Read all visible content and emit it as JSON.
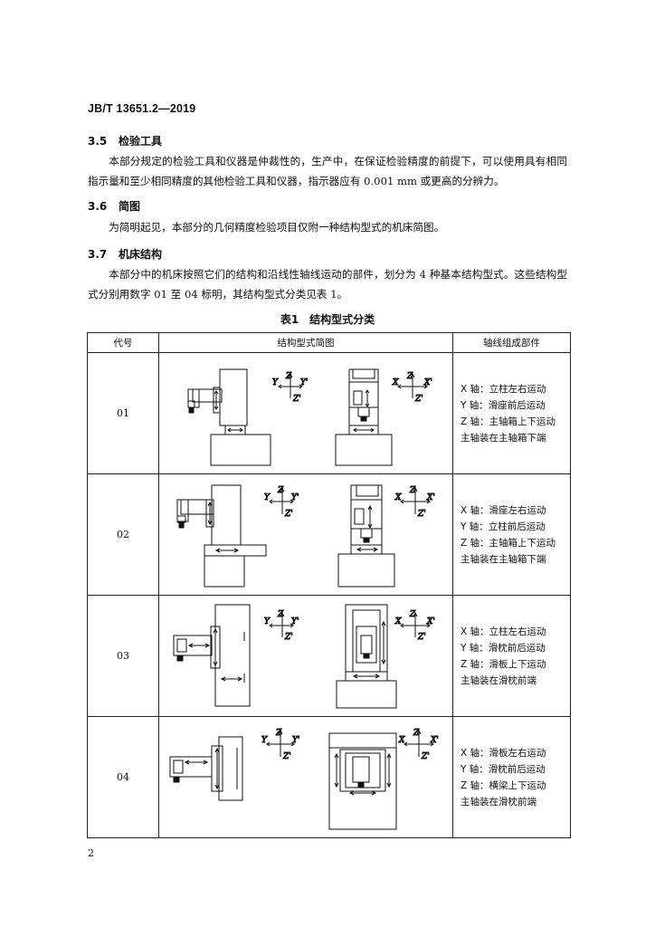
{
  "header": {
    "std_code": "JB/T 13651.2—2019"
  },
  "sections": [
    {
      "num": "3.5",
      "title": "检验工具",
      "text": "本部分规定的检验工具和仪器是仲裁性的，生产中，在保证检验精度的前提下，可以使用具有相同指示量和至少相同精度的其他检验工具和仪器，指示器应有 0.001 mm 或更高的分辨力。"
    },
    {
      "num": "3.6",
      "title": "简图",
      "text": "为简明起见，本部分的几何精度检验项目仅附一种结构型式的机床简图。"
    },
    {
      "num": "3.7",
      "title": "机床结构",
      "text": "本部分中的机床按照它们的结构和沿线性轴线运动的部件，划分为 4 种基本结构型式。这些结构型式分别用数字 01 至 04 标明，其结构型式分类见表 1。"
    }
  ],
  "table": {
    "title": "表1　结构型式分类",
    "headers": [
      "代号",
      "结构型式简图",
      "轴线组成部件"
    ],
    "rows": [
      {
        "code": "01",
        "axes": [
          "X 轴：立柱左右运动",
          "Y 轴：滑座前后运动",
          "Z 轴：主轴箱上下运动",
          "主轴装在主轴箱下端"
        ]
      },
      {
        "code": "02",
        "axes": [
          "X 轴：滑座左右运动",
          "Y 轴：立柱前后运动",
          "Z 轴：主轴箱上下运动",
          "主轴装在主轴箱下端"
        ]
      },
      {
        "code": "03",
        "axes": [
          "X 轴：立柱左右运动",
          "Y 轴：滑枕前后运动",
          "Z 轴：滑板上下运动",
          "主轴装在滑枕前端"
        ]
      },
      {
        "code": "04",
        "axes": [
          "X 轴：滑板左右运动",
          "Y 轴：滑枕前后运动",
          "Z 轴：横梁上下运动",
          "主轴装在滑枕前端"
        ]
      }
    ],
    "axis_labels": {
      "z": "Z",
      "zp": "Z'",
      "y": "Y",
      "yp": "Y'",
      "x": "X",
      "xp": "X'"
    }
  },
  "footer": {
    "page_number": "2"
  }
}
